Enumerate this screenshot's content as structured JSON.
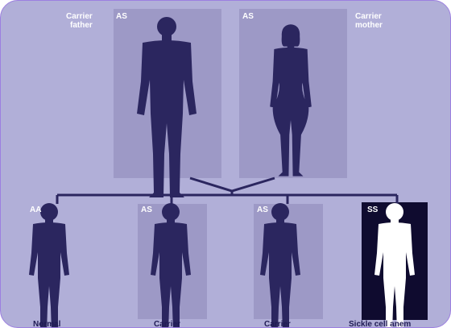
{
  "parents": {
    "father": {
      "label_line1": "Carrier",
      "label_line2": "father",
      "genotype": "AS"
    },
    "mother": {
      "label_line1": "Carrier",
      "label_line2": "mother",
      "genotype": "AS"
    }
  },
  "children": [
    {
      "genotype": "AA",
      "label": "Normal"
    },
    {
      "genotype": "AS",
      "label": "Carrier"
    },
    {
      "genotype": "AS",
      "label": "Carrier"
    },
    {
      "genotype": "SS",
      "label": "Sickle cell anem"
    }
  ],
  "colors": {
    "background": "#b1afd8",
    "panel": "#9d99c6",
    "figure": "#2b265f",
    "affected_panel": "#0f0b2f",
    "affected_figure": "#ffffff",
    "frame_border": "#9c7fe0"
  }
}
